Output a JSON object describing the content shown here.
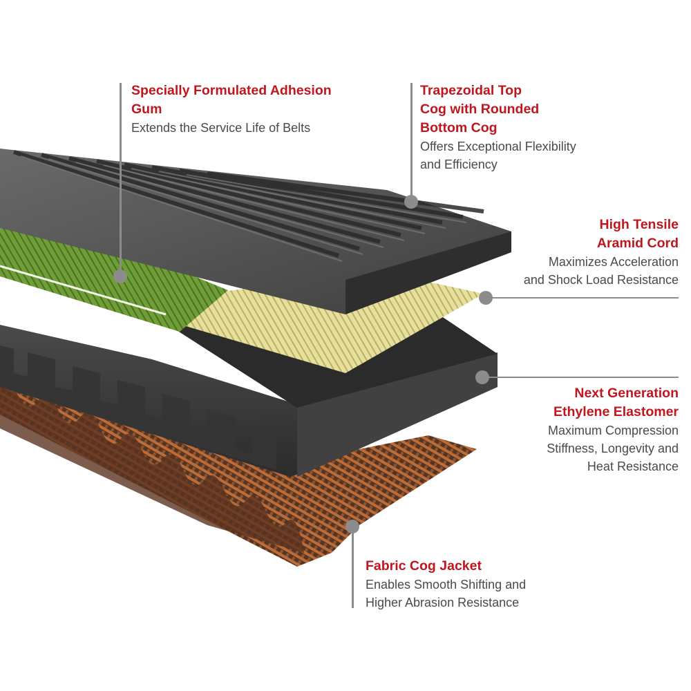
{
  "callouts": {
    "adhesion_gum": {
      "title": "Specially Formulated Adhesion\nGum",
      "description": "Extends the Service Life of Belts"
    },
    "trapezoidal_cog": {
      "title": "Trapezoidal Top\nCog with Rounded\nBottom Cog",
      "description": "Offers Exceptional Flexibility\nand Efficiency"
    },
    "aramid_cord": {
      "title": "High Tensile\nAramid Cord",
      "description": "Maximizes Acceleration\nand Shock Load Resistance"
    },
    "elastomer": {
      "title": "Next Generation\nEthylene Elastomer",
      "description": "Maximum Compression\nStiffness, Longevity and\nHeat Resistance"
    },
    "fabric_jacket": {
      "title": "Fabric Cog Jacket",
      "description": "Enables Smooth Shifting and\nHigher Abrasion Resistance"
    }
  },
  "colors": {
    "title_red": "#c0161f",
    "description_gray": "#4a4a4a",
    "leader_gray": "#8c8c8c",
    "belt_dark": "#3a3a3a",
    "cord_yellow": "#e8e2a0",
    "gum_green": "#6a9a3a",
    "fabric_brown": "#7a4a2a"
  }
}
